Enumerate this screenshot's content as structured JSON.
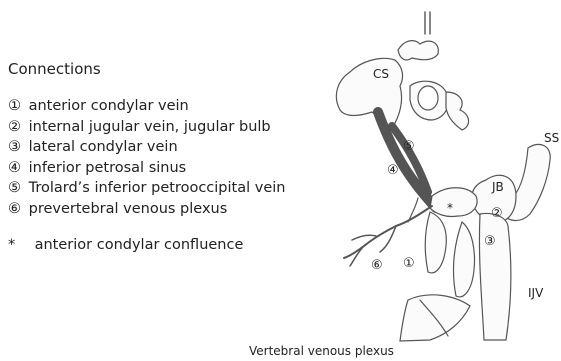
{
  "legend": {
    "title": "Connections",
    "items": [
      {
        "num": "①",
        "label": "anterior condylar vein"
      },
      {
        "num": "②",
        "label": "internal jugular vein, jugular bulb"
      },
      {
        "num": "③",
        "label": "lateral condylar vein"
      },
      {
        "num": "④",
        "label": "inferior petrosal sinus"
      },
      {
        "num": "⑤",
        "label": "Trolard’s inferior petrooccipital vein"
      },
      {
        "num": "⑥",
        "label": "prevertebral venous plexus"
      }
    ],
    "asterisk": {
      "symbol": "*",
      "label": "anterior condylar confluence"
    }
  },
  "figure": {
    "labels": {
      "cs": "CS",
      "ss": "SS",
      "jb": "JB",
      "ijv": "IJV",
      "star": "*",
      "vertebral": "Vertebral venous plexus"
    },
    "markers": {
      "m1": "①",
      "m2": "②",
      "m3": "③",
      "m4": "④",
      "m5": "⑤",
      "m6": "⑥"
    }
  }
}
